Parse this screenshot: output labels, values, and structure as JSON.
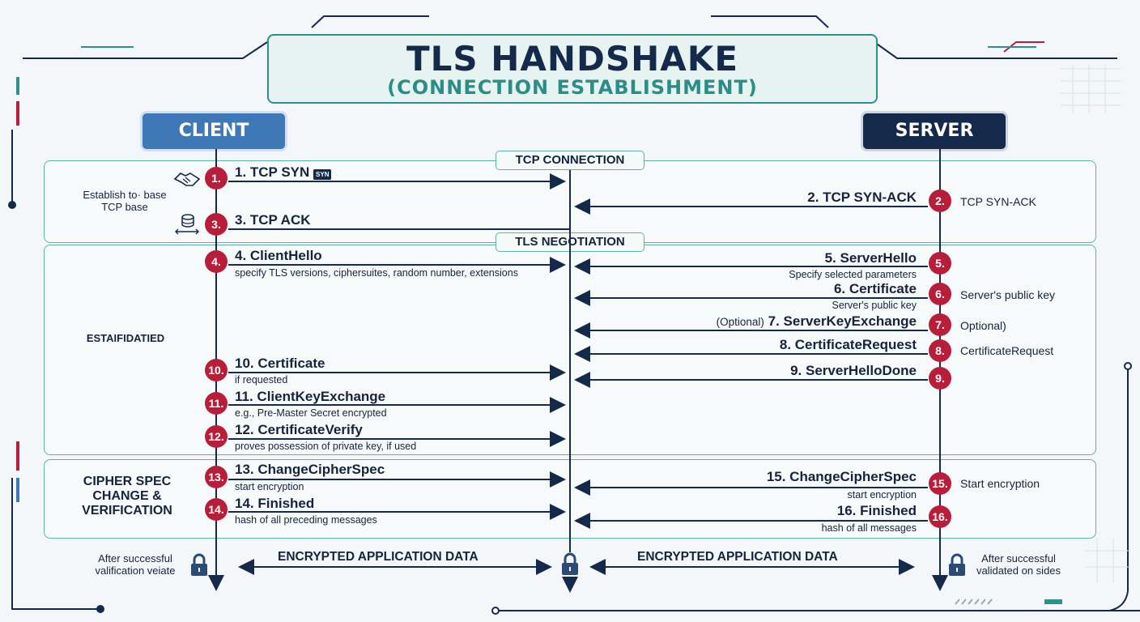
{
  "title": {
    "main": "TLS HANDSHAKE",
    "sub": "(CONNECTION ESTABLISHMENT)"
  },
  "actors": {
    "client": "CLIENT",
    "server": "SERVER"
  },
  "phases": {
    "tcp": "TCP CONNECTION",
    "tls": "TLS NEGOTIATION"
  },
  "side_labels": {
    "tcp": "Establish to· base TCP base",
    "tls": "ESTAIFIDATIED",
    "cipher": "CIPHER SPEC CHANGE & VERIFICATION"
  },
  "syn_tag": "SYN",
  "steps": {
    "s1": {
      "num": "1.",
      "label": "1. TCP SYN"
    },
    "s2": {
      "num": "2.",
      "label": "2. TCP SYN-ACK",
      "note": "TCP SYN-ACK"
    },
    "s3": {
      "num": "3.",
      "label": "3. TCP ACK"
    },
    "s4": {
      "num": "4.",
      "label": "4. ClientHello",
      "detail": "specify TLS versions, ciphersuites, random number, extensions"
    },
    "s5": {
      "num": "5.",
      "label": "5. ServerHello",
      "detail": "Specify selected parameters"
    },
    "s6": {
      "num": "6.",
      "label": "6. Certificate",
      "detail": "Server's public key",
      "note": "Server's public key"
    },
    "s7": {
      "num": "7.",
      "prefix": "(Optional)",
      "label": "7. ServerKeyExchange",
      "note": "Optional)"
    },
    "s8": {
      "num": "8.",
      "label": "8. CertificateRequest",
      "note": "CertificateRequest"
    },
    "s9": {
      "num": "9.",
      "label": "9. ServerHelloDone"
    },
    "s10": {
      "num": "10.",
      "label": "10. Certificate",
      "detail": "if requested"
    },
    "s11": {
      "num": "11.",
      "label": "11. ClientKeyExchange",
      "detail": "e.g., Pre-Master Secret encrypted"
    },
    "s12": {
      "num": "12.",
      "label": "12. CertificateVerify",
      "detail": "proves possession of private key, if used"
    },
    "s13": {
      "num": "13.",
      "label": "13. ChangeCipherSpec",
      "detail": "start encryption"
    },
    "s14": {
      "num": "14.",
      "label": "14. Finished",
      "detail": "hash of all preceding messages"
    },
    "s15": {
      "num": "15.",
      "label": "15. ChangeCipherSpec",
      "detail": "start encryption",
      "note": "Start encryption"
    },
    "s16": {
      "num": "16.",
      "label": "16. Finished",
      "detail": "hash of all messages"
    }
  },
  "app_data": {
    "left": "ENCRYPTED APPLICATION DATA",
    "right": "ENCRYPTED APPLICATION DATA",
    "client_note": "After successful valification veiate",
    "server_note": "After successful validated on sides"
  },
  "colors": {
    "client": "#3f78b6",
    "server": "#15294a",
    "badge": "#b81d3a",
    "teal": "#2f8f8a"
  },
  "icons": [
    "handshake-icon",
    "database-icon",
    "lock-icon"
  ]
}
